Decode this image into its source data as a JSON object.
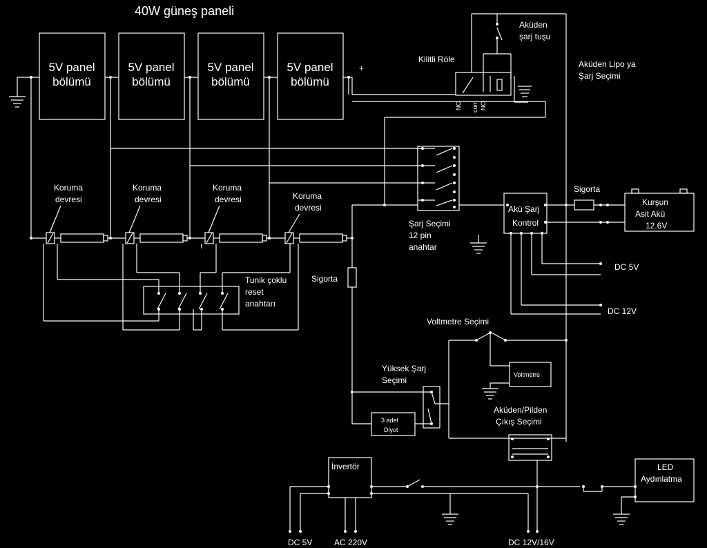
{
  "title": "40W güneş paneli",
  "panel_line1": "5V panel",
  "panel_line2": "bölümü",
  "plus_sign": "+",
  "koruma_line1": "Koruma",
  "koruma_line2": "devresi",
  "reset_switch": [
    "Tunik çoklu",
    "reset",
    "anahtarı"
  ],
  "sigorta_left": "Sigorta",
  "sigorta_right": "Sigorta",
  "akuden_sarj": [
    "Aküden",
    "şarj tuşu"
  ],
  "kilitli_role": "Kilitli Röle",
  "relay_pins": [
    "NC",
    "com",
    "NO"
  ],
  "lipo_selection": [
    "Aküden Lipo ya",
    "Şarj Seçimi"
  ],
  "sarj_secimi": [
    "Şarj Seçimi",
    "12 pin",
    "anahtar"
  ],
  "aku_sarj": [
    "Akü Şarj",
    "Kontrol"
  ],
  "battery": [
    "Kurşun",
    "Asit Akü",
    "12.6V"
  ],
  "dc5v_right": "DC 5V",
  "dc12v_right": "DC 12V",
  "voltmetre_secimi": "Voltmetre Seçimi",
  "voltmetre": "Voltmetre",
  "yuksek_sarj": [
    "Yüksek Şarj",
    "Seçimi"
  ],
  "diyot": [
    "3 adet",
    "Diyot"
  ],
  "cikis_secimi": [
    "Aküden/Pilden",
    "Çıkış Seçimi"
  ],
  "invertor": "İnvertör",
  "led": [
    "LED",
    "Aydınlatma"
  ],
  "bottom_dc5v": "DC 5V",
  "bottom_ac220v": "AC 220V",
  "bottom_dc12v16v": "DC 12V/16V"
}
